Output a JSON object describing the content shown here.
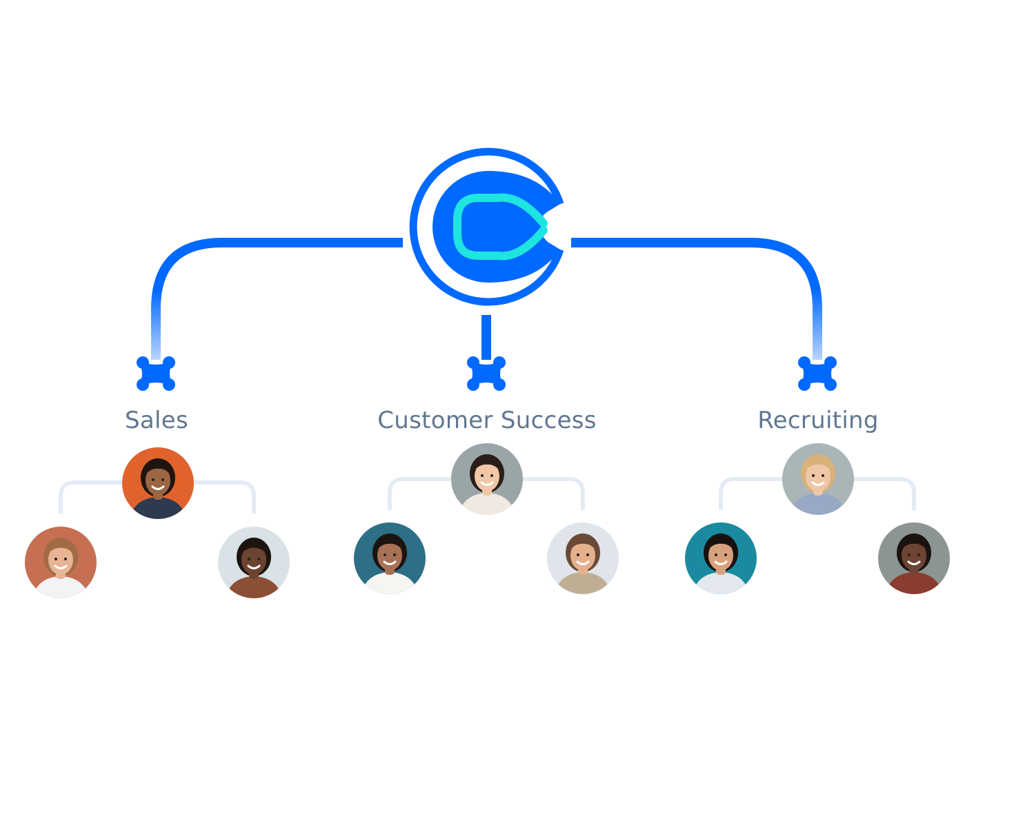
{
  "brand": {
    "logo_name": "calendly-logo",
    "primary_color": "#0069ff",
    "accent_color": "#1ee5e0",
    "connector_light_color": "#e4ebf5",
    "label_color": "#60778f"
  },
  "teams": [
    {
      "name": "Sales",
      "lead": {
        "bg": "#e0632d",
        "skin": "#9c6644",
        "hair": "#1f140f",
        "shirt": "#2e3a4f"
      },
      "members": [
        {
          "bg": "#c76f52",
          "skin": "#e7b494",
          "hair": "#a06b45",
          "shirt": "#f2f3f5"
        },
        {
          "bg": "#d9e2e6",
          "skin": "#6b4431",
          "hair": "#1d1410",
          "shirt": "#8a4f35"
        }
      ]
    },
    {
      "name": "Customer Success",
      "lead": {
        "bg": "#9aa5a8",
        "skin": "#f0c8a8",
        "hair": "#2a1d17",
        "shirt": "#efe9e2"
      },
      "members": [
        {
          "bg": "#2d6f86",
          "skin": "#a87156",
          "hair": "#1b1411",
          "shirt": "#f7f5f2"
        },
        {
          "bg": "#dfe5ea",
          "skin": "#e5b08c",
          "hair": "#6a4a36",
          "shirt": "#bfae94"
        }
      ]
    },
    {
      "name": "Recruiting",
      "lead": {
        "bg": "#a9b5b6",
        "skin": "#efc7a6",
        "hair": "#d9b27a",
        "shirt": "#98a8c6"
      },
      "members": [
        {
          "bg": "#1a8aa0",
          "skin": "#d7a17d",
          "hair": "#17120f",
          "shirt": "#e3e8ee"
        },
        {
          "bg": "#8c9592",
          "skin": "#6d4433",
          "hair": "#1a1310",
          "shirt": "#8a3d2f"
        }
      ]
    }
  ]
}
